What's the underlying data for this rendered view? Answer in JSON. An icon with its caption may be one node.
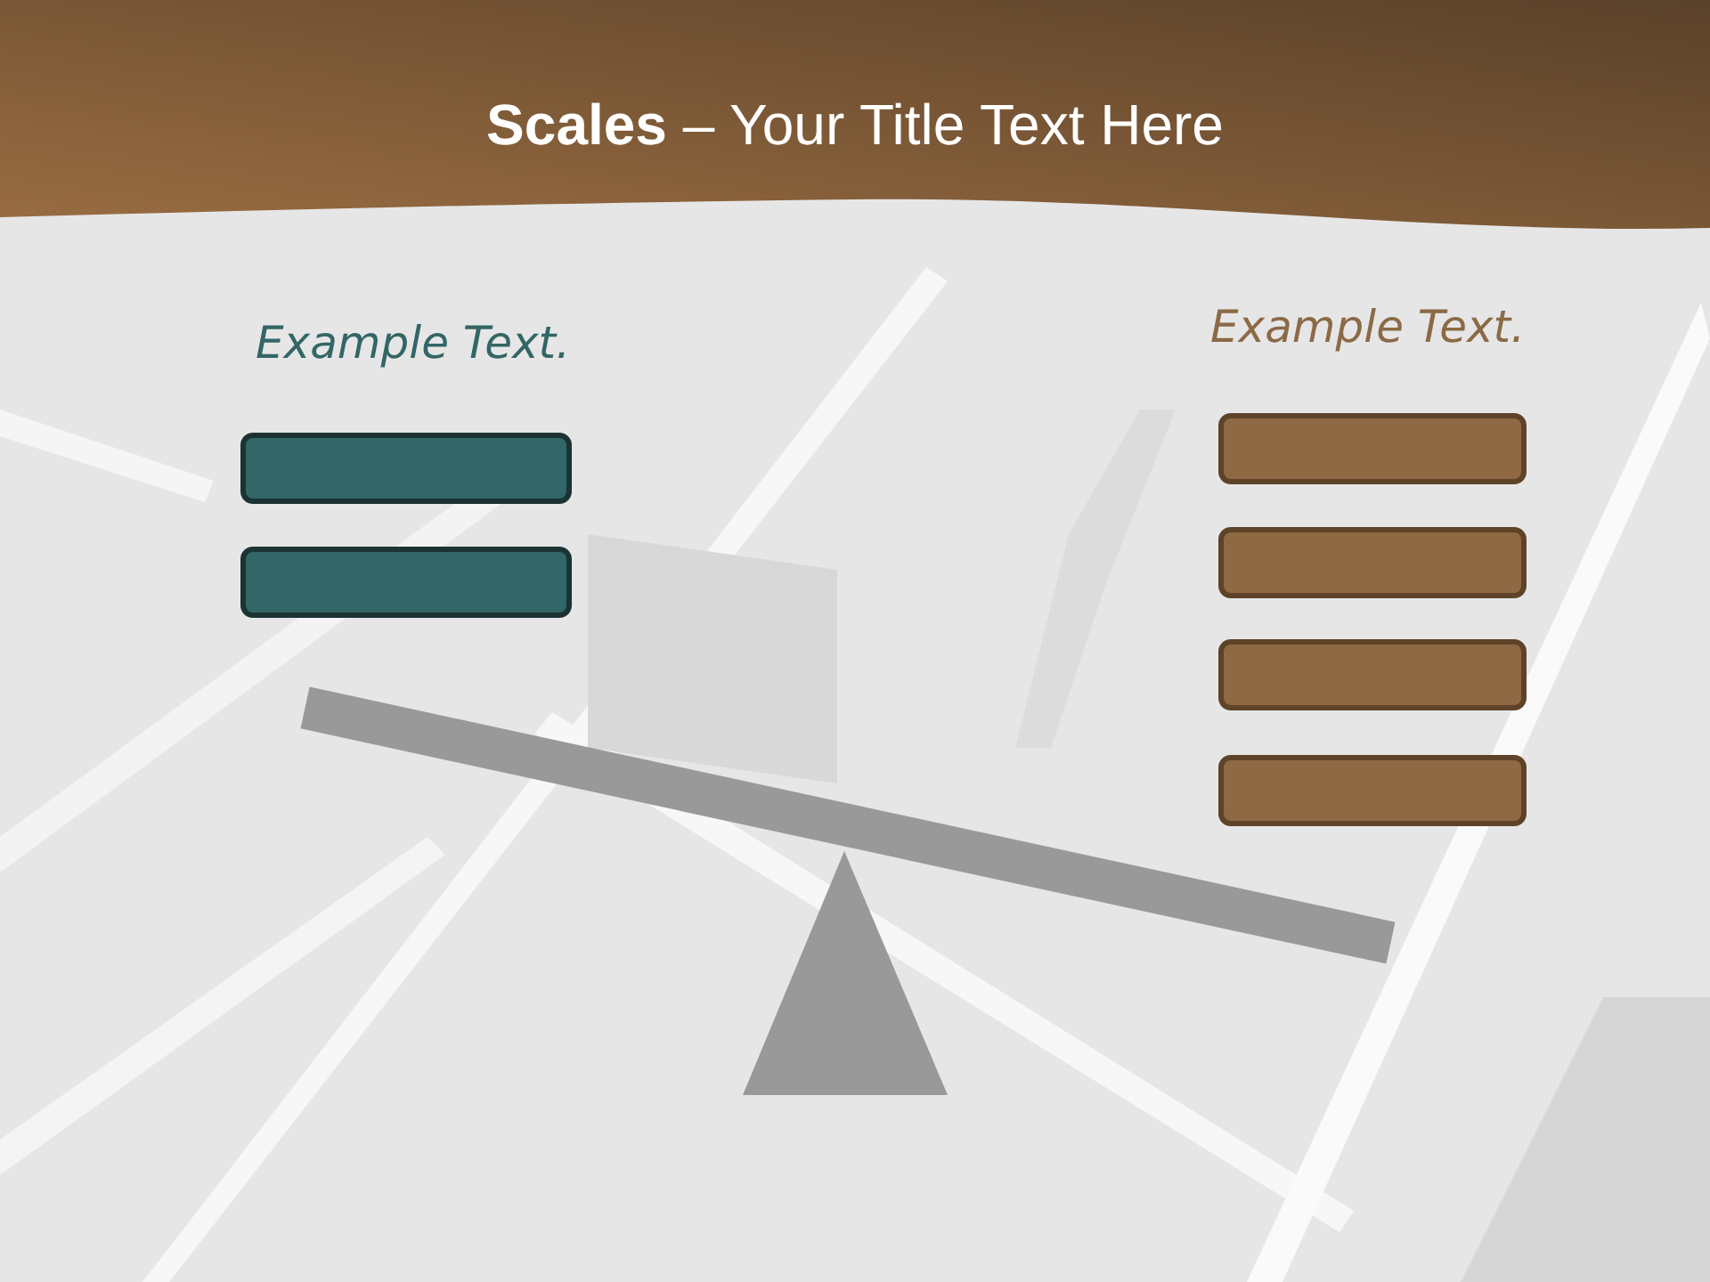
{
  "diagram": {
    "title": "**Scales** – Your Title Text Here",
    "nodes": [
      {
        "text": [],
        "shape": "box"
      },
      {
        "text": [],
        "shape": "box"
      },
      {
        "text": [],
        "shape": "box"
      },
      {
        "text": [],
        "shape": "box"
      },
      {
        "text": [],
        "shape": "box"
      },
      {
        "text": [],
        "shape": "box"
      }
    ],
    "labels": [
      "Example Text.",
      "Example Text."
    ]
  }
}
